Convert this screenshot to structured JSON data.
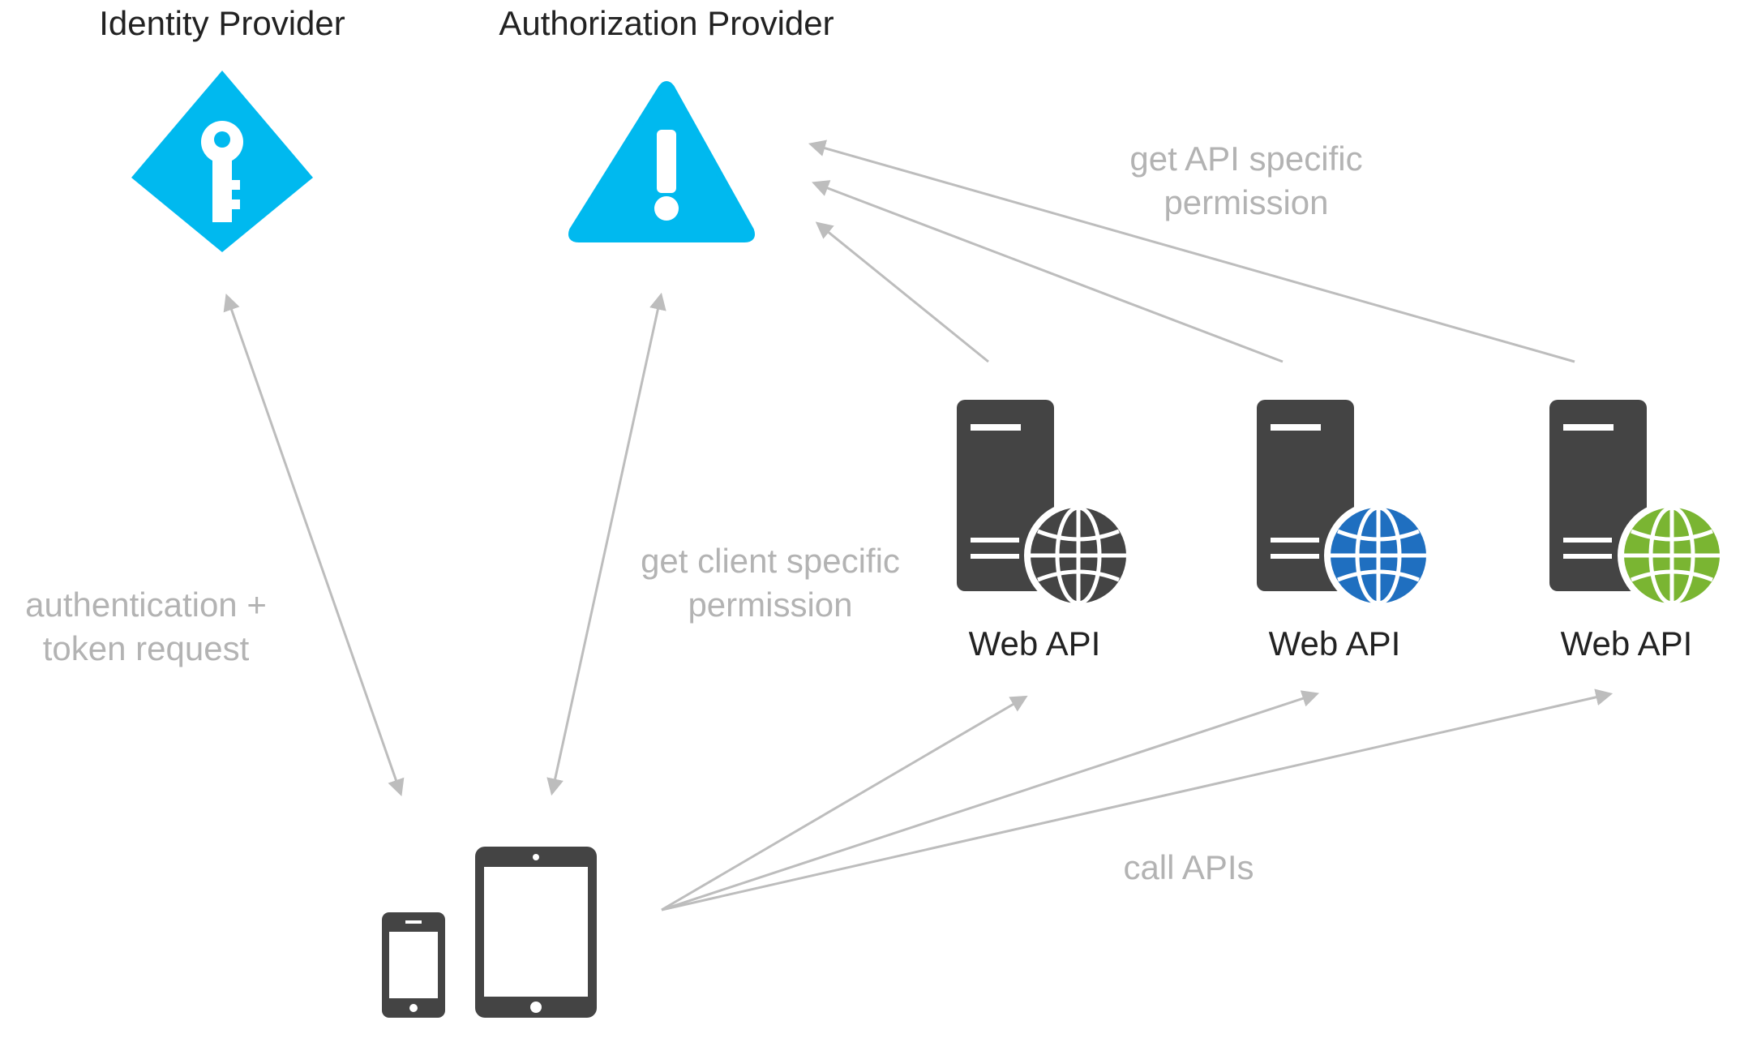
{
  "nodes": {
    "identity_provider": {
      "title": "Identity Provider",
      "icon": "key-diamond-icon"
    },
    "authorization_provider": {
      "title": "Authorization Provider",
      "icon": "warning-triangle-icon"
    },
    "web_apis": [
      {
        "label": "Web API",
        "icon": "server-globe-icon",
        "globe_color": "#444444"
      },
      {
        "label": "Web API",
        "icon": "server-globe-icon",
        "globe_color": "#1f6fc0"
      },
      {
        "label": "Web API",
        "icon": "server-globe-icon",
        "globe_color": "#7ab532"
      }
    ],
    "client": {
      "icons": [
        "phone-icon",
        "tablet-icon"
      ]
    }
  },
  "edges": {
    "authentication": [
      "authentication +",
      "token request"
    ],
    "client_permission": [
      "get client specific",
      "permission"
    ],
    "api_permission": [
      "get API specific",
      "permission"
    ],
    "call_apis": "call APIs"
  },
  "colors": {
    "accent": "#00b9ef",
    "device": "#444444",
    "arrow": "#bdbdbd",
    "note_text": "#b3b3b3"
  }
}
